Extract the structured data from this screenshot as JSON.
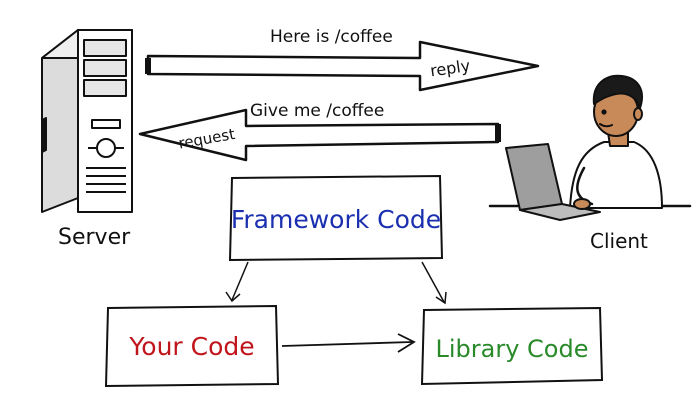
{
  "diagram": {
    "server_label": "Server",
    "client_label": "Client",
    "top_arrow_text": "Here is /coffee",
    "top_arrow_tag": "reply",
    "bottom_arrow_text": "Give me /coffee",
    "bottom_arrow_tag": "request",
    "framework_label": "Framework Code",
    "your_code_label": "Your Code",
    "library_label": "Library Code"
  },
  "colors": {
    "framework": "#1a2fb0",
    "your_code": "#c0151b",
    "library": "#2a8a2a",
    "ink": "#111111"
  }
}
